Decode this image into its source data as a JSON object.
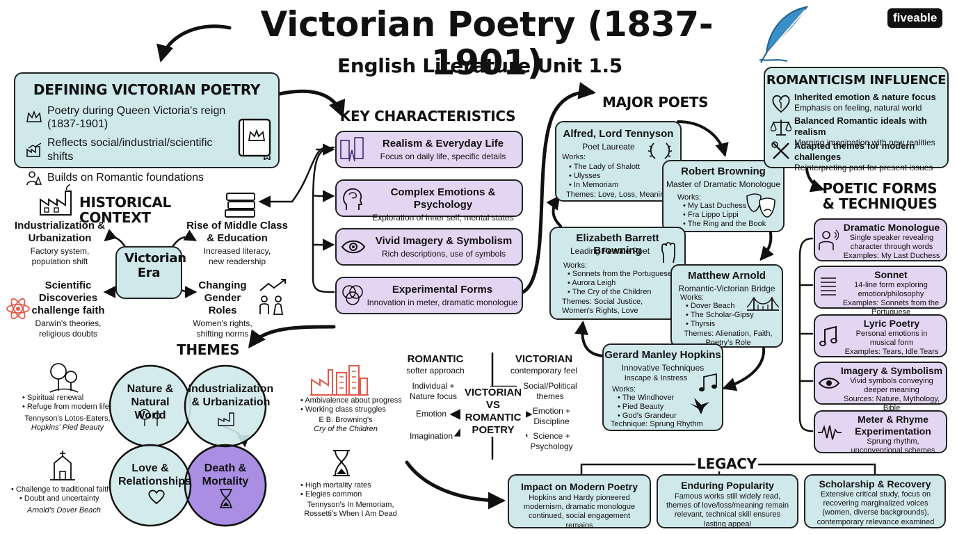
{
  "title": "Victorian Poetry (1837-1901)",
  "subtitle": "English Literature Unit 1.5",
  "brand": "fiveable",
  "defining": {
    "title": "DEFINING VICTORIAN POETRY",
    "items": [
      {
        "icon": "crown-icon",
        "text": "Poetry during Queen Victoria's reign (1837-1901)"
      },
      {
        "icon": "factory-chart-icon",
        "text": "Reflects social/industrial/scientific shifts"
      },
      {
        "icon": "scientist-icon",
        "text": "Builds on Romantic foundations"
      }
    ]
  },
  "historical": {
    "title": "HISTORICAL CONTEXT",
    "center": "Victorian Era",
    "nodes": [
      {
        "title": "Industrialization & Urbanization",
        "desc": "Factory system, population shift"
      },
      {
        "title": "Rise of Middle Class & Education",
        "desc": "Increased literacy, new readership"
      },
      {
        "title": "Scientific Discoveries challenge faith",
        "desc": "Darwin's theories, religious doubts"
      },
      {
        "title": "Changing Gender Roles",
        "desc": "Women's rights, shifting norms"
      }
    ]
  },
  "key": {
    "title": "KEY CHARACTERISTICS",
    "items": [
      {
        "title": "Realism & Everyday Life",
        "desc": "Focus on daily life, specific details"
      },
      {
        "title": "Complex Emotions & Psychology",
        "desc": "Exploration of inner self, mental states"
      },
      {
        "title": "Vivid Imagery & Symbolism",
        "desc": "Rich descriptions, use of symbols"
      },
      {
        "title": "Experimental Forms",
        "desc": "Innovation in meter, dramatic monologue"
      }
    ]
  },
  "poets": {
    "title": "MAJOR POETS",
    "works_label": "Works:",
    "tennyson": {
      "name": "Alfred, Lord Tennyson",
      "role": "Poet Laureate",
      "works": [
        "The Lady of Shalott",
        "Ulysses",
        "In Memoriam"
      ],
      "themes": "Themes: Love, Loss, Meaning"
    },
    "browning": {
      "name": "Robert Browning",
      "role": "Master of Dramatic Monologue",
      "works": [
        "My Last Duchess",
        "Fra Lippo Lippi",
        "The Ring and the Book"
      ]
    },
    "ebb": {
      "name": "Elizabeth Barrett Browning",
      "role": "Leading Female Poet",
      "works": [
        "Sonnets from the Portuguese",
        "Aurora Leigh",
        "The Cry of the Children"
      ],
      "themes": "Themes: Social Justice, Women's Rights, Love"
    },
    "arnold": {
      "name": "Matthew Arnold",
      "role": "Romantic-Victorian Bridge",
      "works": [
        "Dover Beach",
        "The Scholar-Gipsy",
        "Thyrsis"
      ],
      "themes": "Themes: Alienation, Faith, Poetry's Role"
    },
    "hopkins": {
      "name": "Gerard Manley Hopkins",
      "role": "Innovative Techniques",
      "sub": "Inscape & Instress",
      "works": [
        "The Windhover",
        "Pied Beauty",
        "God's Grandeur"
      ],
      "technique": "Technique: Sprung Rhythm"
    }
  },
  "romanticism": {
    "title": "ROMANTICISM INFLUENCE",
    "items": [
      {
        "title": "Inherited emotion & nature focus",
        "desc": "Emphasis on feeling, natural world"
      },
      {
        "title": "Balanced Romantic ideals with realism",
        "desc": "Merging imagination with new realities"
      },
      {
        "title": "Adapted themes for modern challenges",
        "desc": "Reinterpreting past for present issues"
      }
    ]
  },
  "forms": {
    "title": "POETIC FORMS & TECHNIQUES",
    "items": [
      {
        "title": "Dramatic Monologue",
        "lines": [
          "Single speaker revealing",
          "character through words",
          "Examples: My Last Duchess"
        ]
      },
      {
        "title": "Sonnet",
        "lines": [
          "14-line form exploring",
          "emotion/philosophy",
          "Examples: Sonnets from the Portuguese"
        ]
      },
      {
        "title": "Lyric Poetry",
        "lines": [
          "Personal emotions in",
          "musical form",
          "Examples: Tears, Idle Tears"
        ]
      },
      {
        "title": "Imagery & Symbolism",
        "lines": [
          "Vivid symbols conveying",
          "deeper meaning",
          "Sources: Nature, Mythology, Bible"
        ]
      },
      {
        "title": "Meter & Rhyme Experimentation",
        "lines": [
          "Sprung rhythm,",
          "unconventional schemes"
        ]
      }
    ]
  },
  "themes": {
    "title": "THEMES",
    "circles": [
      "Nature & Natural World",
      "Industrialization & Urbanization",
      "Love & Relationships",
      "Death & Mortality"
    ],
    "nature_notes": [
      "Spiritual renewal",
      "Refuge from modern life"
    ],
    "nature_examples": [
      "Tennyson's Lotos-Eaters,",
      "Hopkins' Pied Beauty"
    ],
    "faith_notes": [
      "Challenge to traditional faith",
      "Doubt and uncertainty"
    ],
    "faith_example": "Arnold's Dover Beach",
    "industry_notes": [
      "Ambivalence about progress",
      "Working class struggles"
    ],
    "industry_examples": [
      "E B. Browning's",
      "Cry of the Children"
    ],
    "death_notes": [
      "High mortality rates",
      "Elegies common"
    ],
    "death_examples": [
      "Tennyson's In Memoriam,",
      "Rossetti's When I Am Dead"
    ]
  },
  "compare": {
    "center": "VICTORIAN VS ROMANTIC POETRY",
    "romantic_title": "ROMANTIC",
    "romantic_sub": "softer approach",
    "victorian_title": "VICTORIAN",
    "victorian_sub": "contemporary feel",
    "romantic_points": [
      "Individual + Nature focus",
      "Emotion",
      "Imagination"
    ],
    "victorian_points": [
      "Social/Political themes",
      "Emotion + Discipline",
      "Science + Psychology"
    ]
  },
  "legacy": {
    "title": "LEGACY",
    "items": [
      {
        "title": "Impact on Modern Poetry",
        "desc": "Hopkins and Hardy pioneered modernism, dramatic monologue continued, social engagement remains"
      },
      {
        "title": "Enduring Popularity",
        "desc": "Famous works still widely read, themes of love/loss/meaning remain relevant, technical skill ensures lasting appeal"
      },
      {
        "title": "Scholarship & Recovery",
        "desc": "Extensive critical study, focus on recovering marginalized voices (women, diverse backgrounds), contemporary relevance examined"
      }
    ]
  },
  "colors": {
    "teal": "#cfe9ea",
    "purple": "#e2d6f3",
    "deep_purple": "#a98ee4",
    "accent_blue": "#3a8fc7",
    "accent_red": "#e05a4a"
  }
}
